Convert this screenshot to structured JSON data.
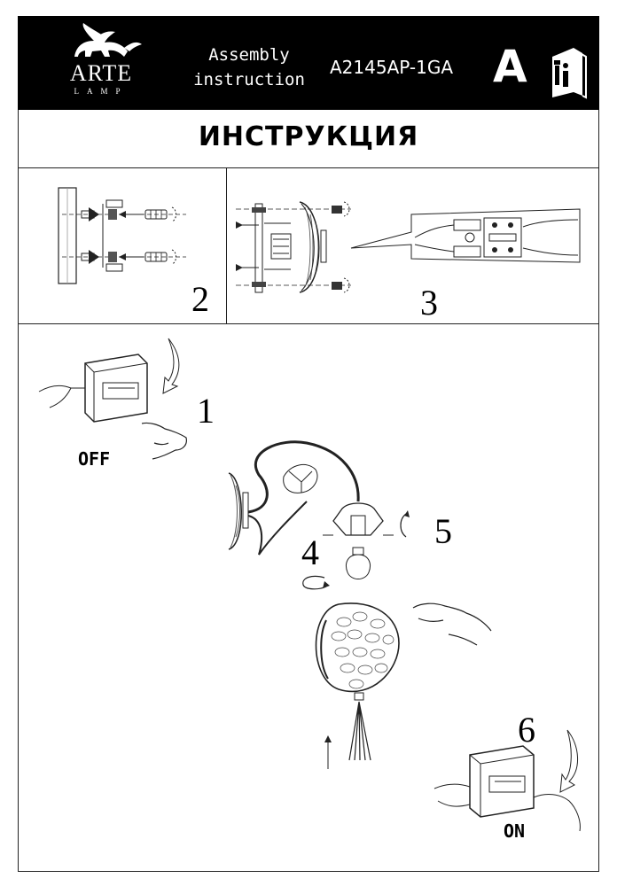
{
  "header": {
    "brand": "ARTE",
    "brand_sub": "LAMP",
    "assembly_line1": "Assembly",
    "assembly_line2": "instruction",
    "model": "A2145AP-1GA",
    "category_letter": "A"
  },
  "title": "ИНСТРУКЦИЯ",
  "steps": {
    "s1": "1",
    "s2": "2",
    "s3": "3",
    "s4": "4",
    "s5": "5",
    "s6": "6"
  },
  "labels": {
    "off": "OFF",
    "on": "ON"
  },
  "icons": {
    "logo": "griffin-logo",
    "manual": "manual-book-icon"
  }
}
